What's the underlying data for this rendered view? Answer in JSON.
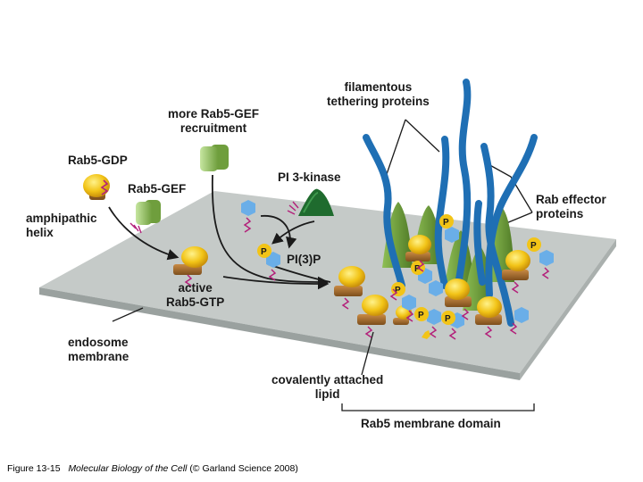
{
  "labels": {
    "filamentous_tethering": [
      "filamentous",
      "tethering proteins"
    ],
    "more_gef_recruitment": [
      "more Rab5-GEF",
      "recruitment"
    ],
    "rab5_gdp": "Rab5-GDP",
    "rab5_gef": "Rab5-GEF",
    "pi3_kinase": "PI 3-kinase",
    "amphipathic_helix": [
      "amphipathic",
      "helix"
    ],
    "pi3p": "PI(3)P",
    "rab_effector": [
      "Rab effector",
      "proteins"
    ],
    "active_rab5_gtp": [
      "active",
      "Rab5-GTP"
    ],
    "endosome_membrane": [
      "endosome",
      "membrane"
    ],
    "covalently_attached_lipid": [
      "covalently attached",
      "lipid"
    ],
    "rab5_membrane_domain": "Rab5 membrane domain"
  },
  "phosphate_label": "P",
  "caption": {
    "prefix": "Figure 13-15",
    "title": "Molecular Biology of the Cell",
    "suffix": "(© Garland Science 2008)"
  },
  "colors": {
    "membrane": "#bfc4c2",
    "membrane_edge": "#8e9593",
    "filament": "#1f6fb4",
    "rab_yellow": "#f2c417",
    "rab_brown": "#a8702c",
    "gef_green": "#8fc45a",
    "effector_green": "#6e9a3a",
    "kinase_green": "#1f6b2e",
    "lipid_magenta": "#b3207a",
    "phosphate_blue": "#6aaee8"
  }
}
